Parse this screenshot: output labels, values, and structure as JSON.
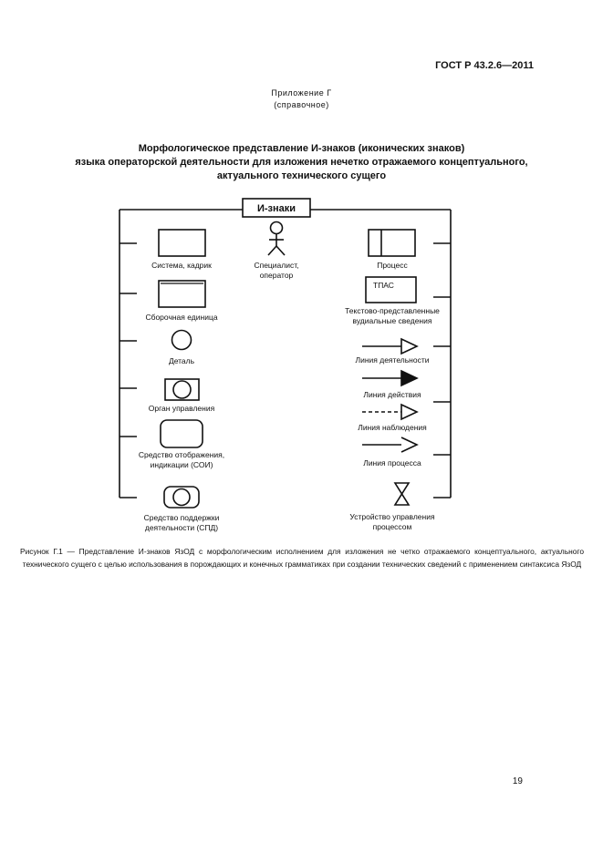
{
  "header": {
    "standard_number": "ГОСТ Р 43.2.6—2011"
  },
  "appendix": {
    "name": "Приложение Г",
    "type": "(справочное)"
  },
  "title_lines": [
    "Морфологическое представление И-знаков (иконических знаков)",
    "языка операторской деятельности для изложения нечетко отражаемого концептуального,",
    "актуального технического сущего"
  ],
  "figure": {
    "box_label": "И-знаки",
    "left_items": [
      {
        "label_lines": [
          "Система, кадрик"
        ]
      },
      {
        "label_lines": [
          "Сборочная единица"
        ]
      },
      {
        "label_lines": [
          "Деталь"
        ]
      },
      {
        "label_lines": [
          "Орган управления"
        ]
      },
      {
        "label_lines": [
          "Средство отображения,",
          "индикации (СОИ)"
        ]
      },
      {
        "label_lines": [
          "Средство поддержки",
          "деятельности (СПД)"
        ]
      }
    ],
    "center_item": {
      "label_lines": [
        "Специалист,",
        "оператор"
      ]
    },
    "right_items": [
      {
        "label_lines": [
          "Процесс"
        ]
      },
      {
        "icon_text": "ТПАС",
        "label_lines": [
          "Текстово-представленные",
          "вудиальные сведения"
        ]
      },
      {
        "label_lines": [
          "Линия деятельности"
        ]
      },
      {
        "label_lines": [
          "Линия действия"
        ]
      },
      {
        "label_lines": [
          "Линия наблюдения"
        ]
      },
      {
        "label_lines": [
          "Линия процесса"
        ]
      },
      {
        "label_lines": [
          "Устройство управления",
          "процессом"
        ]
      }
    ]
  },
  "caption": "Рисунок  Г.1 — Представление И-знаков ЯзОД с морфологическим исполнением для изложения не четко отражаемого концептуального, актуального технического сущего с целью использования в порождающих и конечных грамматиках при создании технических сведений с применением синтаксиса ЯзОД",
  "page_number": "19"
}
